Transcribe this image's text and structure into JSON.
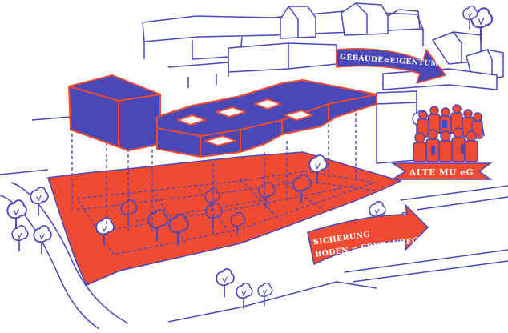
{
  "labels": {
    "building_ownership": "GEBÄUDE=EIGENTUM",
    "cooperative": "ALTE MU eG",
    "land_line1": "SICHERUNG",
    "land_line2": "BODEN = ERBBAURECHT"
  },
  "colors": {
    "ink": "#4a48b8",
    "building_fill": "#4a48b8",
    "land": "#ef4b32",
    "paper": "#ffffff"
  },
  "icons": {
    "people": "group-of-people-icon",
    "trees": "tree-icon",
    "arrows": "curved-arrow-icon"
  }
}
